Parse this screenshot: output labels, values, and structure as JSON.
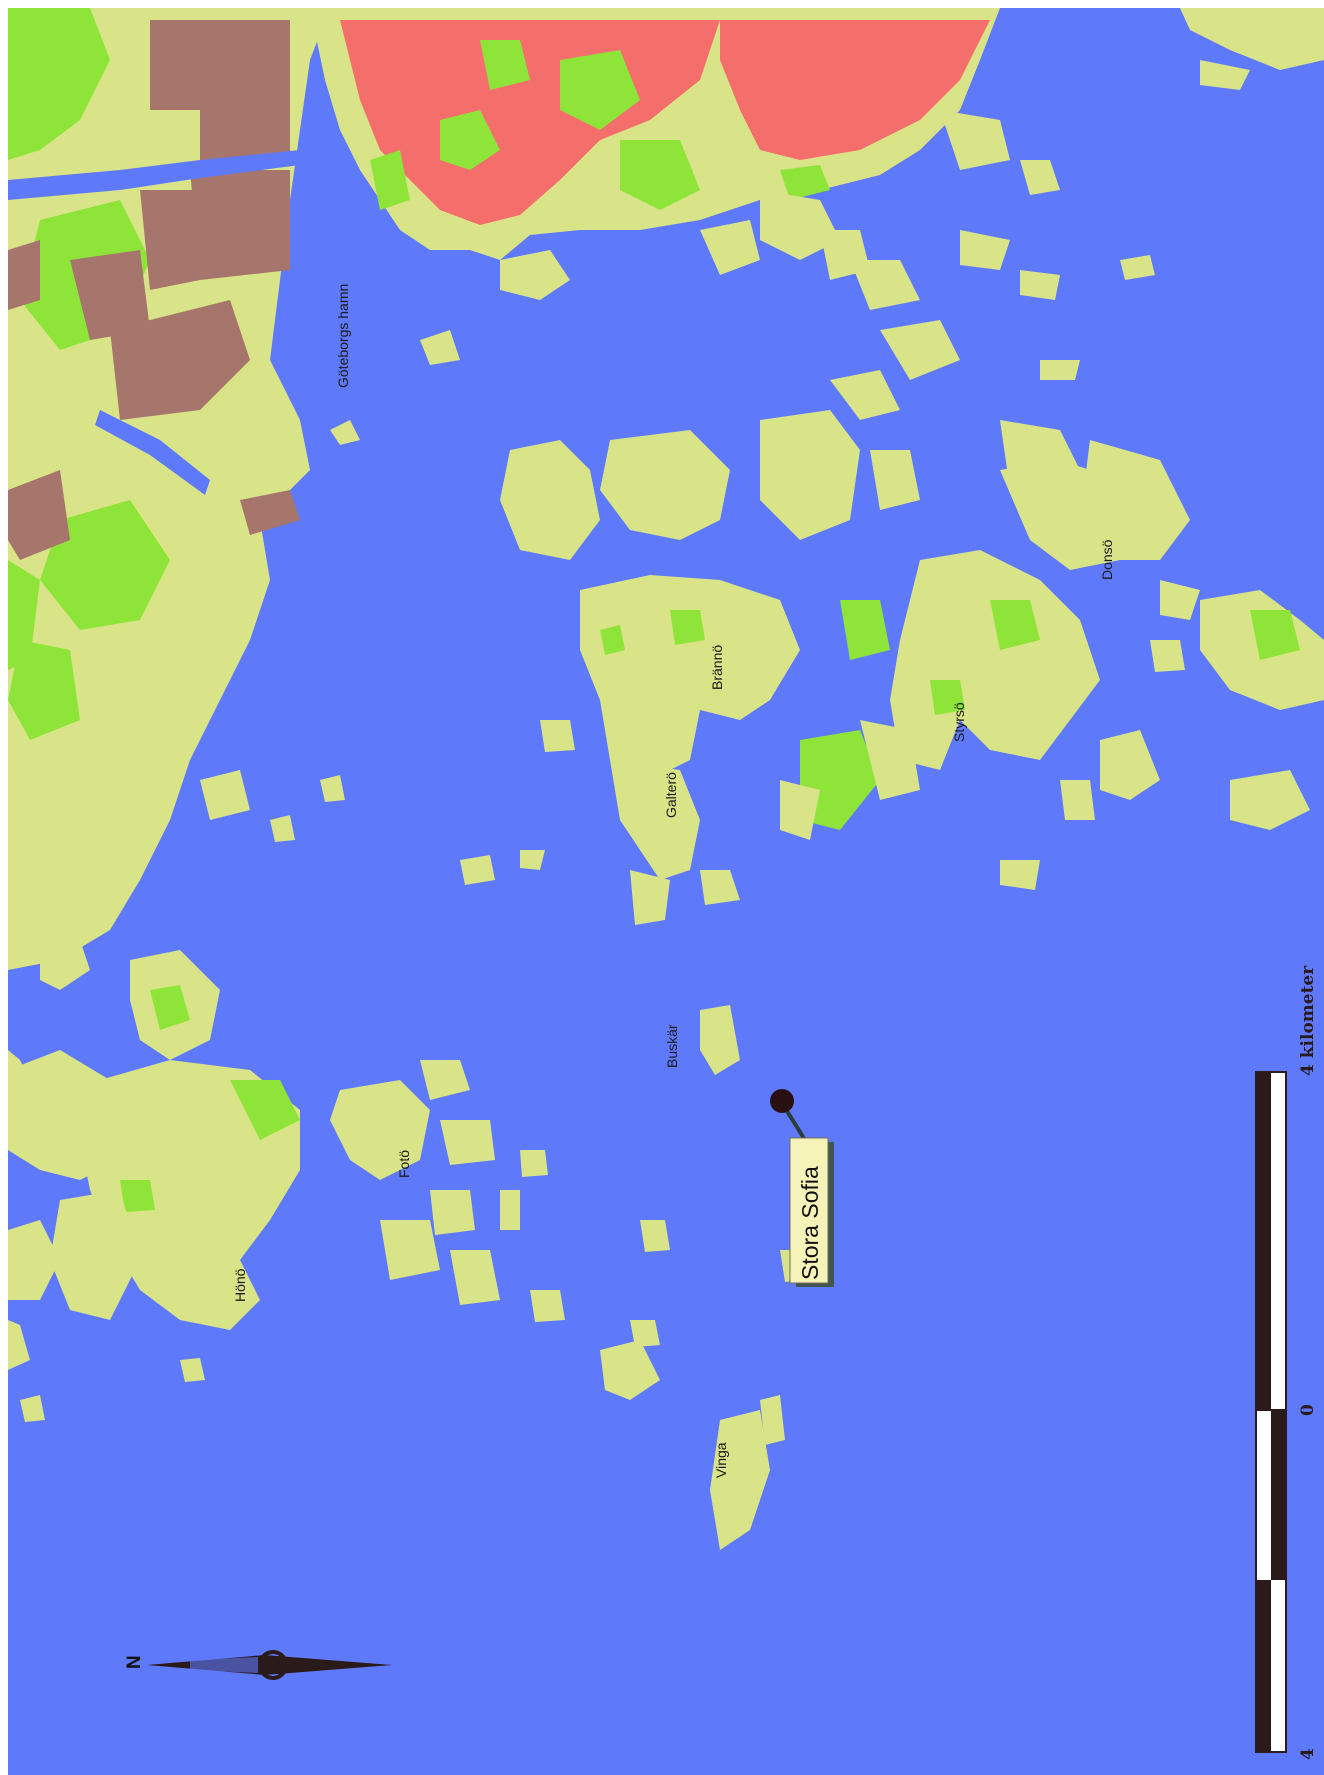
{
  "map": {
    "colors": {
      "water": "#5f79fb",
      "land": "#d9e387",
      "forest": "#8fe43a",
      "urban": "#f46e6c",
      "industrial": "#a6756c",
      "marker": "#2a0f12",
      "callout_bg": "#f6f3b8"
    },
    "labels": {
      "goteborgs_hamn": "Göteborgs hamn",
      "branno": "Brännö",
      "donso": "Donsö",
      "styrso": "Styrsö",
      "galtero": "Galterö",
      "hono": "Hönö",
      "foto": "Fotö",
      "buskar": "Buskär",
      "vinga": "Vinga"
    },
    "callout": {
      "text": "Stora Sofia"
    },
    "north_arrow": {
      "letter": "N",
      "icon": "compass-rose-icon"
    },
    "scale_bar": {
      "label_zero": "0",
      "label_end": "4 kilometer",
      "label_start": "4"
    }
  }
}
